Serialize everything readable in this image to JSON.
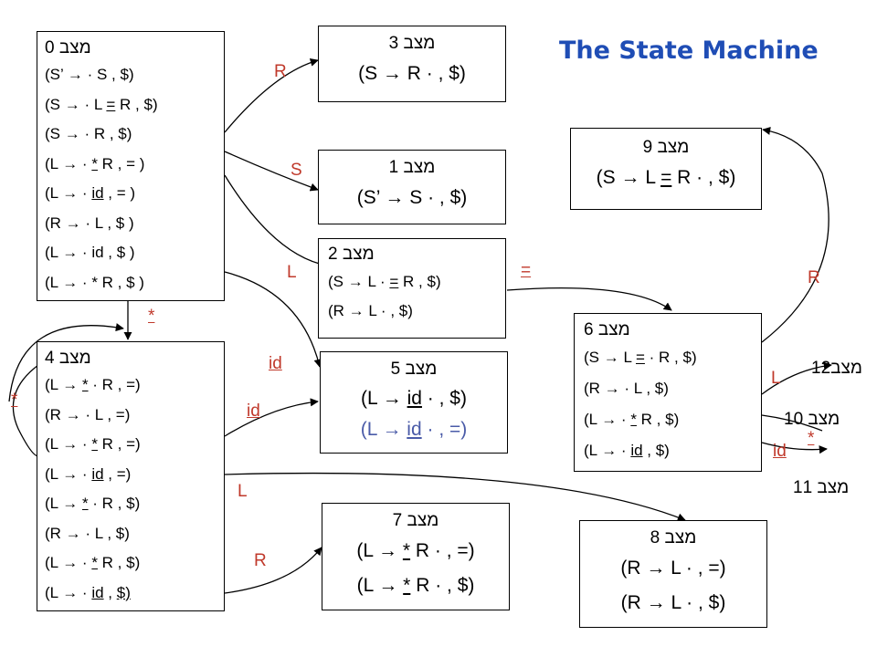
{
  "title": "The State Machine",
  "states": {
    "s0": {
      "title": "מצב 0",
      "items": [
        [
          "(S’ → · S , $)"
        ],
        [
          "(S → · L ",
          "=",
          " R , $)"
        ],
        [
          "(S → · R , $)"
        ],
        [
          "(L → · ",
          "*",
          " R , = )"
        ],
        [
          "(L → · ",
          "id",
          " , = )"
        ],
        [
          "(R → · L , $ )"
        ],
        [
          "(L → · id , $ )"
        ],
        [
          "(L → · * R , $ )"
        ]
      ]
    },
    "s1": {
      "title": "מצב 1",
      "items": [
        [
          "(S’ → S · , $)"
        ]
      ]
    },
    "s2": {
      "title": "מצב 2",
      "items": [
        [
          "(S → L · ",
          "=",
          " R , $)"
        ],
        [
          "(R → L · , $)"
        ]
      ]
    },
    "s3": {
      "title": "מצב 3",
      "items": [
        [
          "(S → R · , $)"
        ]
      ]
    },
    "s4": {
      "title": "מצב 4",
      "items": [
        [
          "(L → ",
          "*",
          " · R , =)"
        ],
        [
          "(R → · L , =)"
        ],
        [
          "(L → · ",
          "*",
          " R , =)"
        ],
        [
          "(L → · ",
          "id",
          " , =)"
        ],
        [
          "(L → ",
          "*",
          " · R , $)"
        ],
        [
          "(R → · L , $)"
        ],
        [
          "(L → · ",
          "*",
          " R , $)"
        ],
        [
          "(L → · ",
          "id",
          " , ",
          "$)"
        ]
      ]
    },
    "s5": {
      "title": "מצב 5",
      "items": [
        [
          "(L → ",
          "id",
          " · , $)"
        ],
        [
          "(L → ",
          "id",
          " · , =)"
        ]
      ]
    },
    "s6": {
      "title": "מצב 6",
      "items": [
        [
          "(S → L ",
          "=",
          " · R , $)"
        ],
        [
          "(R → · L , $)"
        ],
        [
          "(L → · ",
          "*",
          " R , $)"
        ],
        [
          "(L → · ",
          "id",
          " , $)"
        ]
      ]
    },
    "s7": {
      "title": "מצב 7",
      "items": [
        [
          "(L → ",
          "*",
          " R · , =)"
        ],
        [
          "(L → ",
          "*",
          " R · , $)"
        ]
      ]
    },
    "s8": {
      "title": "מצב 8",
      "items": [
        [
          "(R → L · , =)"
        ],
        [
          "(R → L · , $)"
        ]
      ]
    },
    "s9": {
      "title": "מצב 9",
      "items": [
        [
          "(S → L ",
          "=",
          " R · , $)"
        ]
      ]
    }
  },
  "transition_labels": {
    "s0_s3": "R",
    "s0_s1": "S",
    "s0_s2": "L",
    "s0_s5": "id",
    "s0_s4": "*",
    "s4_s4": "*",
    "s4_s5": "id",
    "s4_s8": "L",
    "s4_s7": "R",
    "s2_s6": "=",
    "s6_s9": "R",
    "s6_s12": "L",
    "s6_s10": "*",
    "s6_s11": "id"
  },
  "external_targets": {
    "s12": "12מצב",
    "s10": "10 מצב",
    "s11": "11 מצב"
  },
  "colors": {
    "label": "#c0392b",
    "title": "#1f4db5",
    "alt_item": "#4a5ba8"
  }
}
